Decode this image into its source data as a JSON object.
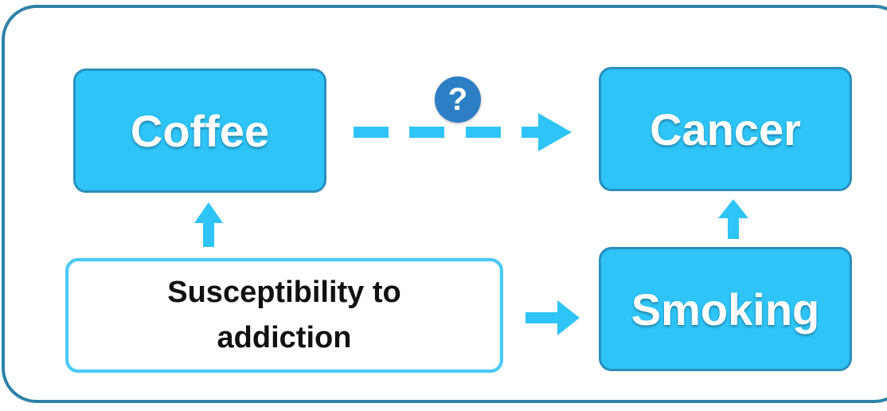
{
  "diagram": {
    "nodes": {
      "coffee": {
        "label": "Coffee"
      },
      "cancer": {
        "label": "Cancer"
      },
      "smoking": {
        "label": "Smoking"
      },
      "susceptibility": {
        "label": "Susceptibility to addiction"
      }
    },
    "edges": [
      {
        "from": "coffee",
        "to": "cancer",
        "style": "dashed",
        "annotation": "?"
      },
      {
        "from": "susceptibility",
        "to": "coffee",
        "style": "solid"
      },
      {
        "from": "susceptibility",
        "to": "smoking",
        "style": "solid"
      },
      {
        "from": "smoking",
        "to": "cancer",
        "style": "solid"
      }
    ],
    "question_badge": "?",
    "colors": {
      "node_fill": "#2ec4f8",
      "node_border": "#2a8fbd",
      "outline_node_border": "#49c9f7",
      "arrow": "#2ec4f8",
      "frame": "#2e82a8",
      "badge": "#2c7fc4"
    }
  }
}
